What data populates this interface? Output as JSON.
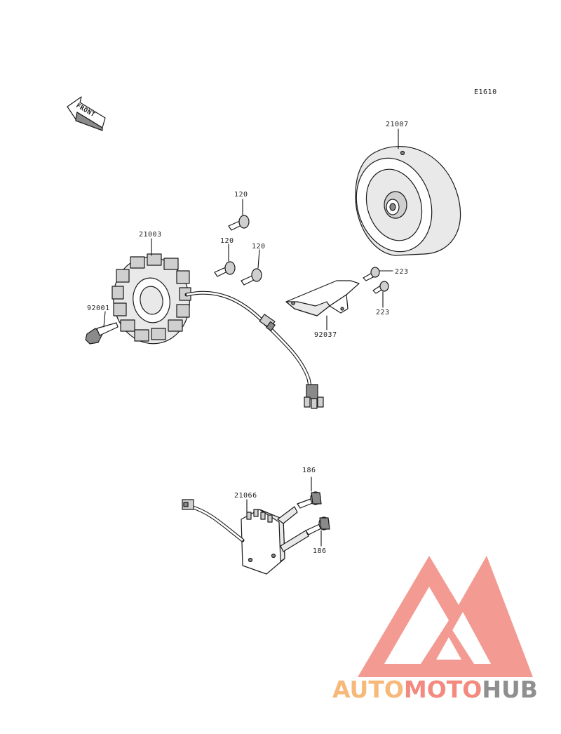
{
  "diagram_code": "E1610",
  "front_label": "FRONT",
  "parts": {
    "flywheel": "21007",
    "stator": "21003",
    "stator_bolt": "92001",
    "bolt_top": "120",
    "bolt_mid_left": "120",
    "bolt_mid_right": "120",
    "bracket": "92037",
    "bracket_bolt_top": "223",
    "bracket_bolt_bottom": "223",
    "regulator": "21066",
    "regulator_bolt_top": "186",
    "regulator_bolt_bottom": "186"
  },
  "watermark": {
    "part1": "AUTO",
    "part2": "MOTO",
    "part3": "HUB",
    "color_orange": "#f7b97a",
    "color_red": "#f28a7f",
    "color_gray": "#8f8f8f"
  }
}
